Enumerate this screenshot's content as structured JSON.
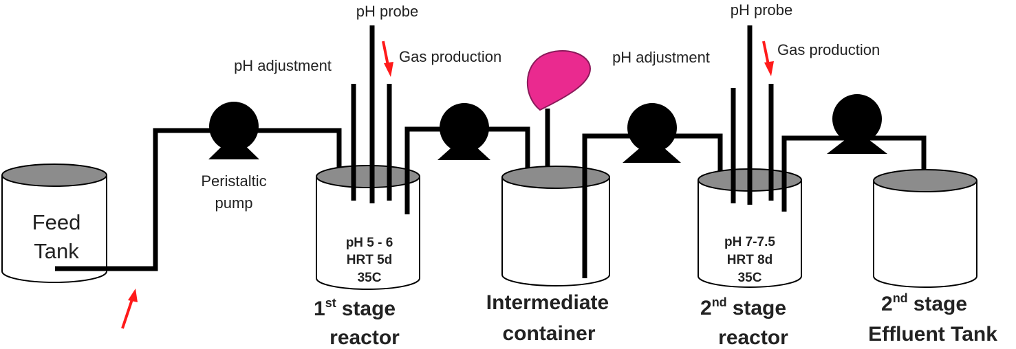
{
  "labels": {
    "feed_tank_line1": "Feed",
    "feed_tank_line2": "Tank",
    "peristaltic_pump_line1": "Peristaltic",
    "peristaltic_pump_line2": "pump",
    "ph_adjustment_1": "pH adjustment",
    "ph_probe_1": "pH probe",
    "gas_production_1": "Gas production",
    "ph_adjustment_2": "pH adjustment",
    "ph_probe_2": "pH probe",
    "gas_production_2": "Gas production"
  },
  "reactor1": {
    "ph": "pH 5 - 6",
    "hrt": "HRT 5d",
    "temp": "35C",
    "caption_num": "1",
    "caption_sup": "st",
    "caption_line1_rest": "stage",
    "caption_line2": "reactor"
  },
  "intermediate": {
    "caption_line1": "Intermediate",
    "caption_line2": "container"
  },
  "reactor2": {
    "ph": "pH 7-7.5",
    "hrt": "HRT 8d",
    "temp": "35C",
    "caption_num": "2",
    "caption_sup": "nd",
    "caption_line1_rest": "stage",
    "caption_line2": "reactor"
  },
  "effluent": {
    "caption_num": "2",
    "caption_sup": "nd",
    "caption_line1_rest": "stage",
    "caption_line2": "Effluent Tank"
  },
  "colors": {
    "pipe": "#000000",
    "liquid_top": "#8c8c8c",
    "arrow": "#ff1a1a",
    "balloon": "#ea2a8f",
    "balloon_stroke": "#8a1a5a"
  }
}
